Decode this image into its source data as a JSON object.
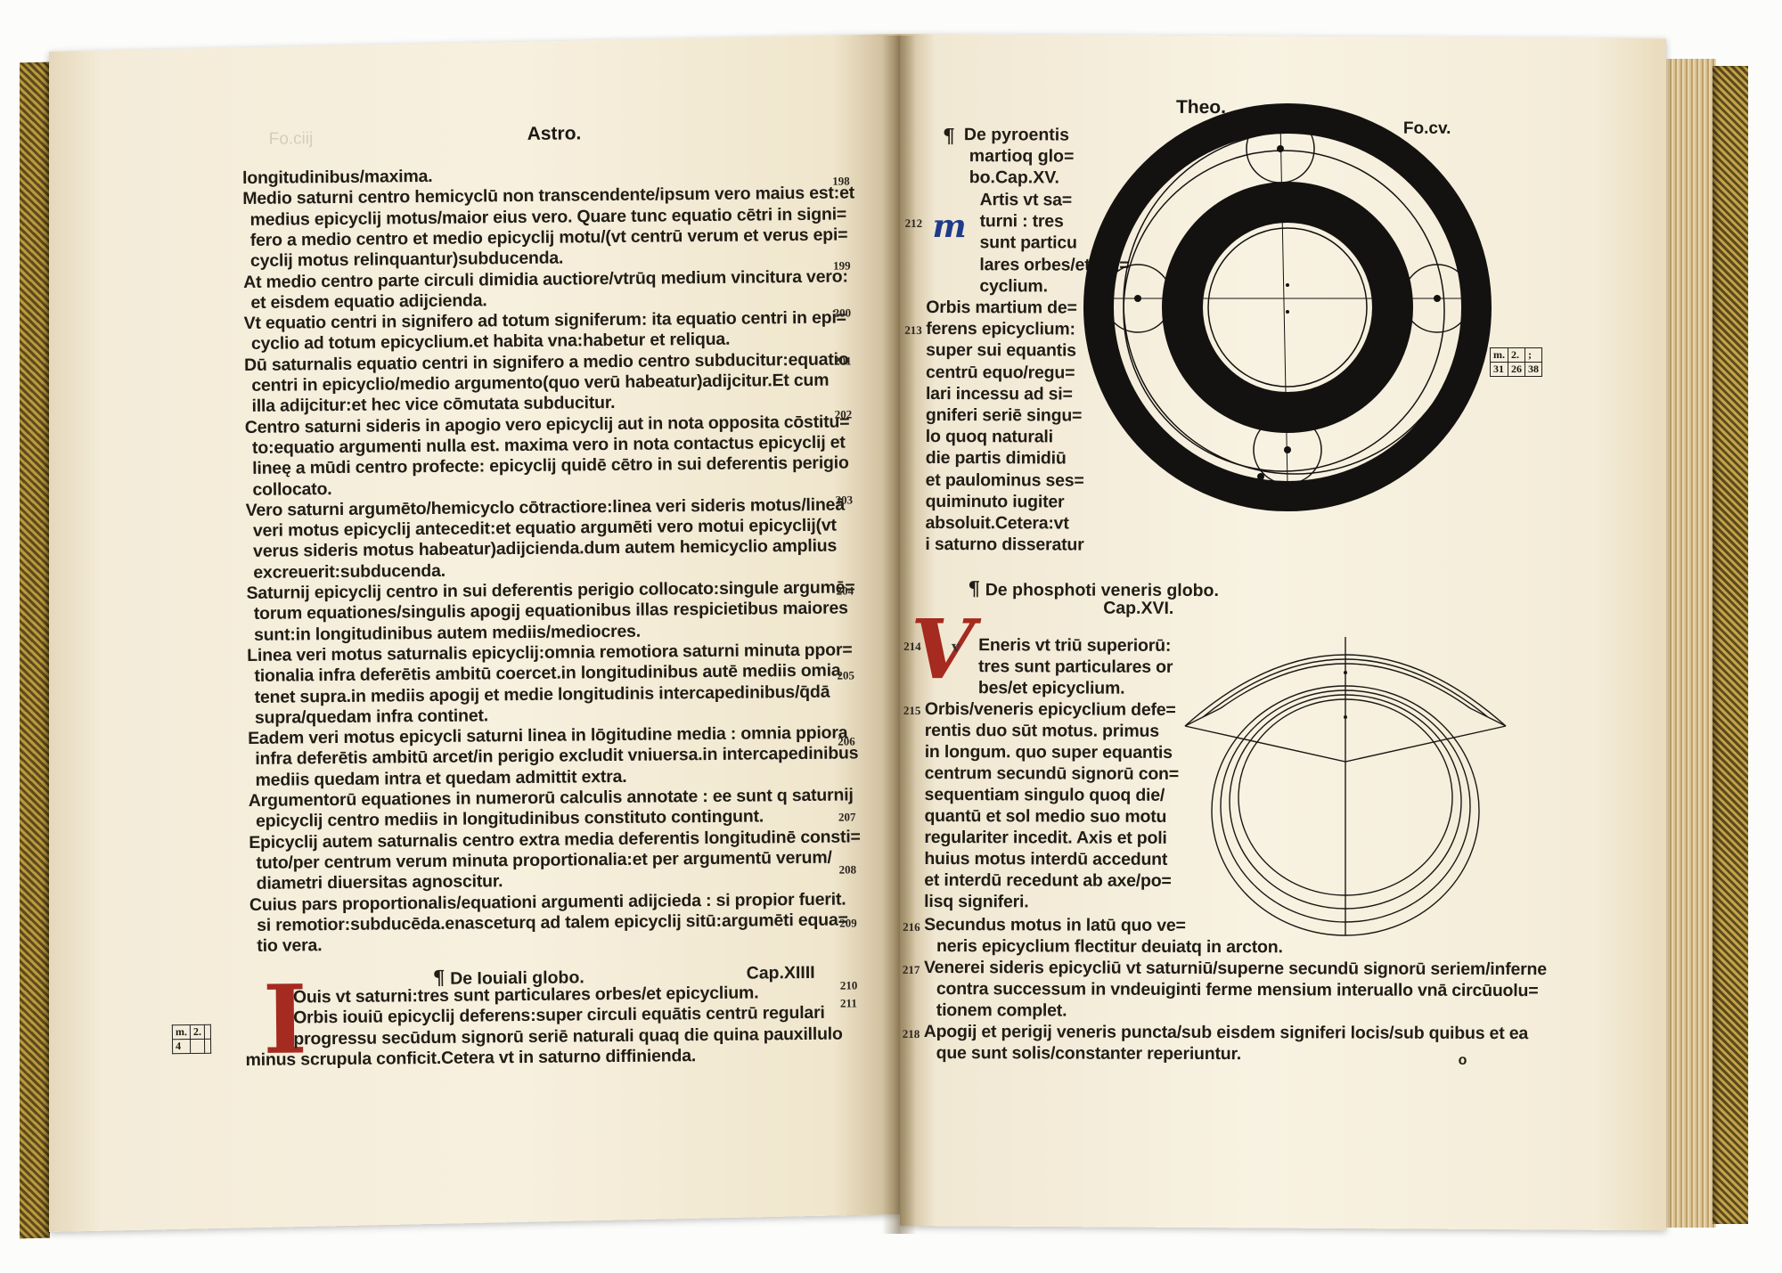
{
  "left_page": {
    "running_head": "Astro.",
    "ghost_folio": "Fo.ciij",
    "lines": [
      "longitudinibus/maxima.",
      "Medio saturni centro hemicyclū non transcendente/ipsum vero maius est:et",
      "medius epicyclij motus/maior eius vero. Quare tunc equatio cētri in signi=",
      "fero a medio centro et medio epicyclij motu/(vt centrū verum et verus epi=",
      "cyclij motus relinquantur)subducenda.",
      "At medio centro parte circuli dimidia auctiore/vtrūq medium vincitura vero:",
      "et eisdem equatio adijcienda.",
      "Vt equatio centri in signifero ad totum signiferum: ita equatio centri in epi=",
      "cyclio ad totum epicyclium.et habita vna:habetur et reliqua.",
      "Dū saturnalis equatio centri in signifero a medio centro subducitur:equatio",
      "centri in epicyclio/medio argumento(quo verū habeatur)adijcitur.Et cum",
      "illa adijcitur:et hec vice cōmutata subducitur.",
      "Centro saturni sideris in apogio vero epicyclij aut in nota opposita cōstitu=",
      "to:equatio argumenti nulla est. maxima vero in nota contactus epicyclij et",
      "lineę a mūdi centro profecte: epicyclij quidē cētro in sui deferentis perigio",
      "collocato.",
      "Vero saturni argumēto/hemicyclo cōtractiore:linea veri sideris motus/lineā",
      "veri motus epicyclij antecedit:et equatio argumēti vero motui epicyclij(vt",
      "verus sideris motus habeatur)adijcienda.dum autem hemicyclio amplius",
      "excreuerit:subducenda.",
      "Saturnij epicyclij centro in sui deferentis perigio collocato:singule argumē=",
      "torum equationes/singulis apogij equationibus illas respicietibus maiores",
      "sunt:in longitudinibus autem mediis/mediocres.",
      "Linea veri motus saturnalis epicyclij:omnia remotiora saturni minuta ppor=",
      "tionalia infra deferētis ambitū coercet.in longitudinibus autē mediis omia",
      "tenet supra.in mediis apogij et medie longitudinis intercapedinibus/q̄dā",
      "supra/quedam infra continet.",
      "Eadem veri motus epicycli saturni linea in lōgitudine media : omnia ppiora",
      "infra deferētis ambitū arcet/in perigio excludit vniuersa.in intercapedinibus",
      "mediis quedam intra et quedam admittit extra.",
      "Argumentorū equationes in numerorū calculis annotate : ee sunt q saturnij",
      "epicyclij centro mediis in longitudinibus constituto contingunt.",
      "Epicyclij autem saturnalis centro extra media deferentis longitudinē consti=",
      "tuto/per centrum verum minuta proportionalia:et per argumentū verum/",
      "diametri diuersitas agnoscitur.",
      "Cuius pars proportionalis/equationi argumenti adijcieda : si propior fuerit.",
      "si remotior:subducēda.enasceturq ad talem epicyclij sitū:argumēti equa=",
      "tio vera."
    ],
    "margin_numbers": [
      "198",
      "199",
      "200",
      "201",
      "202",
      "203",
      "204",
      "205",
      "206",
      "207",
      "208",
      "209",
      "210",
      "211"
    ],
    "chapter_heading": "De Iouiali globo.",
    "chapter_number": "Cap.XIIII",
    "jupiter_initial": "I",
    "jupiter_lines": [
      "Ouis vt saturni:tres sunt particulares orbes/et epicyclium.",
      "Orbis iouiū epicyclij deferens:super circuli equātis centrū regulari",
      "progressu secūdum signorū seriē naturali quaq die quina pauxillulo",
      "minus scrupula conficit.Cetera vt in saturno diffinienda."
    ],
    "margin_table": {
      "top": [
        "m.",
        "2.",
        ""
      ],
      "bottom": [
        "4",
        "",
        ""
      ]
    }
  },
  "right_page": {
    "running_head": "Theo.",
    "folio": "Fo.cv.",
    "mars_heading_lines": [
      "De pyroentis",
      "martioq glo=",
      "bo.Cap.XV."
    ],
    "mars_initial": "m",
    "mars_lines": [
      "Artis vt sa=",
      "turni : tres",
      "sunt particu",
      "lares orbes/et epi=",
      "cyclium.",
      "Orbis martium de=",
      "ferens epicyclium:",
      "super sui equantis",
      "centrū equo/regu=",
      "lari incessu ad si=",
      "gniferi seriē singu=",
      "lo quoq naturali",
      "die partis dimidiū",
      "et paulominus ses=",
      "quiminuto iugiter",
      "absoluit.Cetera:vt",
      "i saturno disseratur"
    ],
    "mars_margin_numbers": [
      "212",
      "213"
    ],
    "mars_table": {
      "top": [
        "m.",
        "2.",
        ";"
      ],
      "bottom": [
        "31",
        "26",
        "38"
      ]
    },
    "venus_heading": "De phosphoti veneris globo.",
    "venus_chapter_number": "Cap.XVI.",
    "venus_initial": "V",
    "venus_guide_letter": "v",
    "venus_lines": [
      "Eneris vt triū superiorū:",
      "tres sunt particulares or",
      "bes/et epicyclium.",
      "Orbis/veneris epicyclium defe=",
      "rentis duo sūt motus. primus",
      "in longum. quo super equantis",
      "centrum secundū signorū con=",
      "sequentiam singulo quoq die/",
      "quantū et sol medio suo motu",
      "regulariter incedit. Axis et poli",
      "huius motus interdū accedunt",
      "et interdū recedunt ab axe/po=",
      "lisq signiferi."
    ],
    "venus_full_lines": [
      "Secundus motus in latū quo ve=",
      "neris epicyclium flectitur deuiatq in arcton.",
      "Venerei sideris epicycliū vt saturniū/superne secundū signorū seriem/inferne",
      "contra successum in vndeuiginti ferme mensium interuallo vnā circūuolu=",
      "tionem complet.",
      "Apogij et perigij veneris puncta/sub eisdem signiferi locis/sub quibus et ea",
      "que sunt solis/constanter reperiuntur."
    ],
    "venus_margin_numbers": [
      "214",
      "215",
      "216",
      "217",
      "218"
    ],
    "signature_mark": "o"
  }
}
